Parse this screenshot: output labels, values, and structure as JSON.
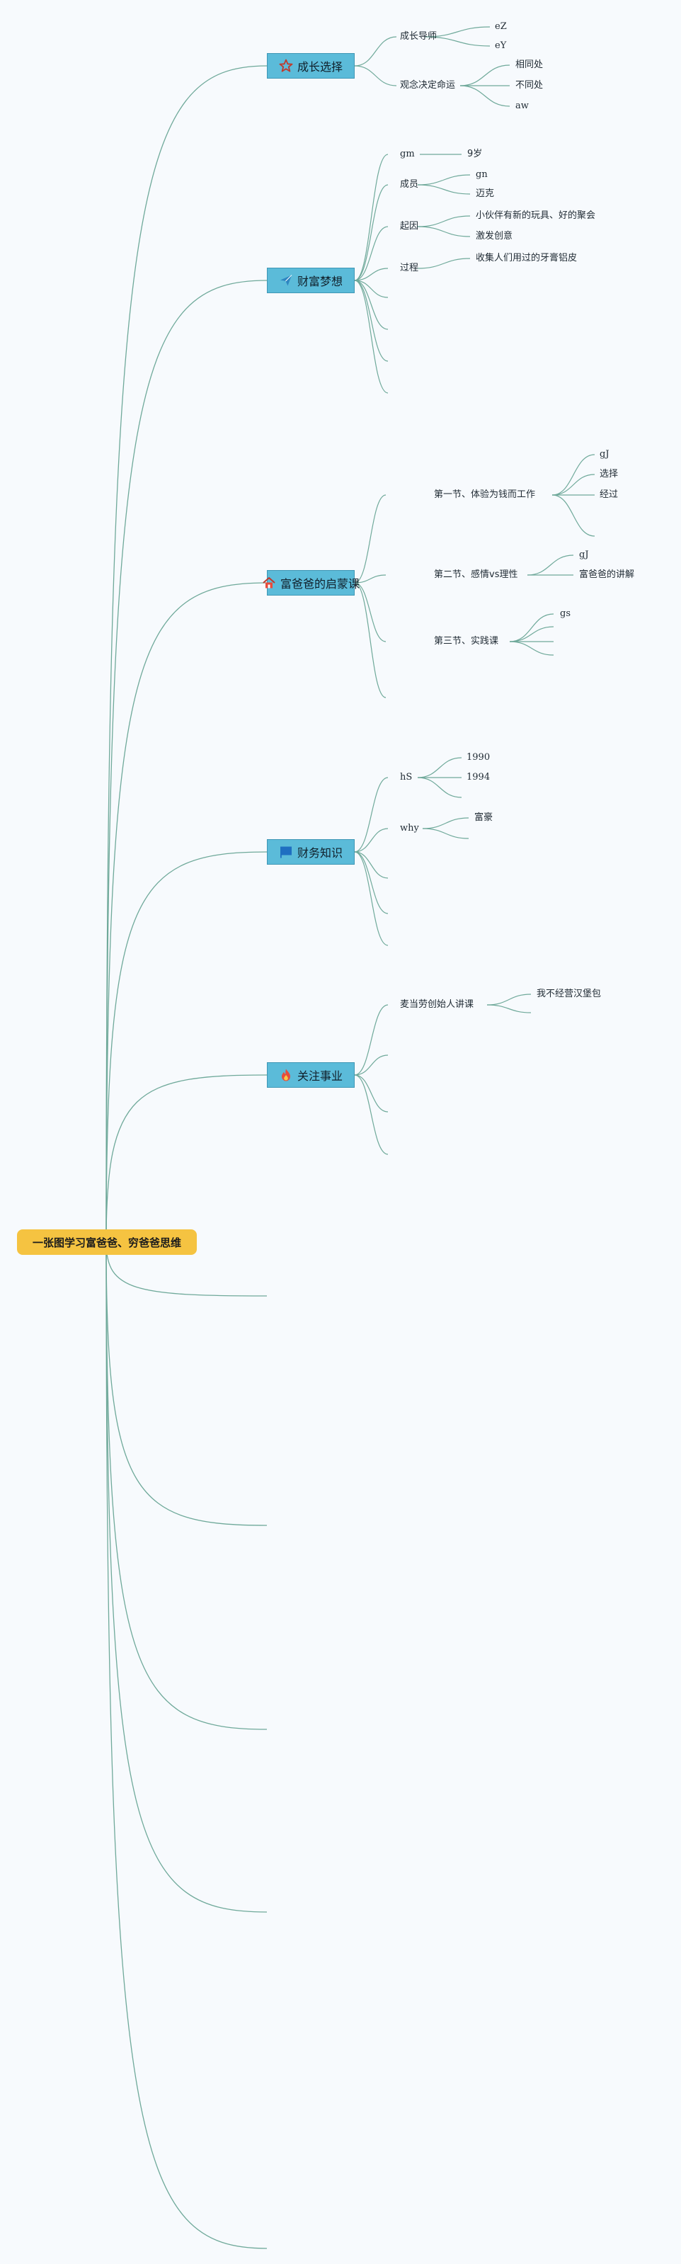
{
  "root": {
    "label": "一张图学习富爸爸、穷爸爸思维"
  },
  "colors": {
    "root_fill": "#f5c341",
    "branch_fill": "#5bbbd9",
    "branch_border": "#3f97b5",
    "link": "#6fa99a",
    "background": "#f7fafd"
  },
  "branches": [
    {
      "label": "成长选择",
      "icon": "star-icon",
      "children": [
        {
          "label": "成长导师",
          "children": [
            {
              "label": "eZ"
            },
            {
              "label": "eY"
            }
          ]
        },
        {
          "label": "观念决定命运",
          "children": [
            {
              "label": "相同处"
            },
            {
              "label": "不同处"
            },
            {
              "label": "aw"
            }
          ]
        }
      ]
    },
    {
      "label": "财富梦想",
      "icon": "paper-plane-icon",
      "children": [
        {
          "label": "gm",
          "children": [
            {
              "label": "9岁"
            }
          ]
        },
        {
          "label": "成员",
          "children": [
            {
              "label": "gn"
            },
            {
              "label": "迈克"
            }
          ]
        },
        {
          "label": "起因",
          "children": [
            {
              "label": "小伙伴有新的玩具、好的聚会"
            },
            {
              "label": "激发创意"
            }
          ]
        },
        {
          "label": "过程",
          "children": [
            {
              "label": "收集人们用过的牙膏铝皮"
            }
          ]
        }
      ]
    },
    {
      "label": "富爸爸的启蒙课",
      "icon": "house-icon",
      "children": [
        {
          "label": "第一节、体验为钱而工作",
          "children": [
            {
              "label": "gJ"
            },
            {
              "label": "选择"
            },
            {
              "label": "经过"
            }
          ]
        },
        {
          "label": "第二节、感情vs理性",
          "children": [
            {
              "label": "gJ"
            },
            {
              "label": "富爸爸的讲解"
            }
          ]
        },
        {
          "label": "第三节、实践课",
          "children": [
            {
              "label": "gs"
            }
          ]
        }
      ]
    },
    {
      "label": "财务知识",
      "icon": "flag-icon",
      "children": [
        {
          "label": "hS",
          "children": [
            {
              "label": "1990"
            },
            {
              "label": "1994"
            }
          ]
        },
        {
          "label": "why",
          "children": [
            {
              "label": "富豪"
            }
          ]
        }
      ]
    },
    {
      "label": "关注事业",
      "icon": "fire-icon",
      "children": [
        {
          "label": "麦当劳创始人讲课",
          "children": [
            {
              "label": "我不经营汉堡包"
            }
          ]
        }
      ]
    }
  ]
}
